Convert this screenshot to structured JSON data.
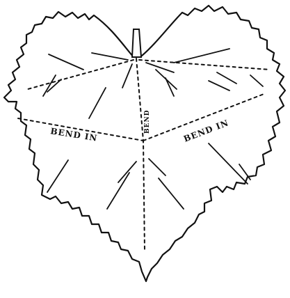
{
  "labels": {
    "bend_in_left": "BEND IN",
    "bend_center": "BEND",
    "bend_in_right": "BEND IN"
  },
  "colors": {
    "ink": "#111111",
    "paper": "#ffffff"
  }
}
